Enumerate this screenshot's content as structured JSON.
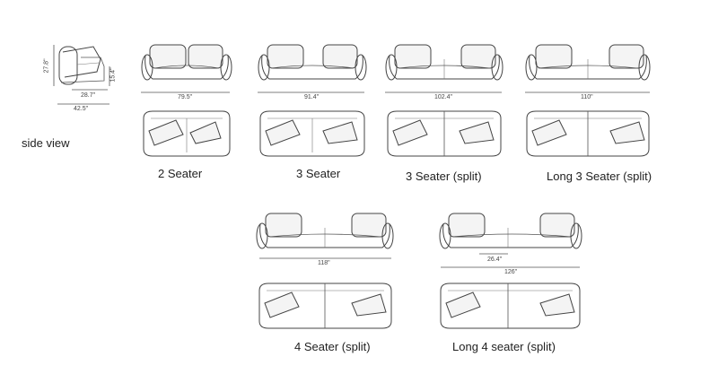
{
  "labels": {
    "side_view": "side view",
    "two_seater": "2 Seater",
    "three_seater": "3 Seater",
    "three_seater_split": "3 Seater (split)",
    "long_three_seater_split": "Long 3 Seater (split)",
    "four_seater_split": "4 Seater (split)",
    "long_four_seater_split": "Long 4 seater (split)"
  },
  "dimensions": {
    "side_height": "27.8\"",
    "side_seat_height": "15.4\"",
    "side_seat_depth": "28.7\"",
    "side_depth": "42.5\"",
    "two_seater_width": "79.5\"",
    "three_seater_width": "91.4\"",
    "three_seater_split_width": "102.4\"",
    "long_three_seater_split_width": "110\"",
    "four_seater_split_width": "118\"",
    "long_four_seater_split_seat": "26.4\"",
    "long_four_seater_split_width": "126\""
  },
  "colors": {
    "line": "#444444",
    "text": "#222222",
    "background": "#ffffff"
  }
}
